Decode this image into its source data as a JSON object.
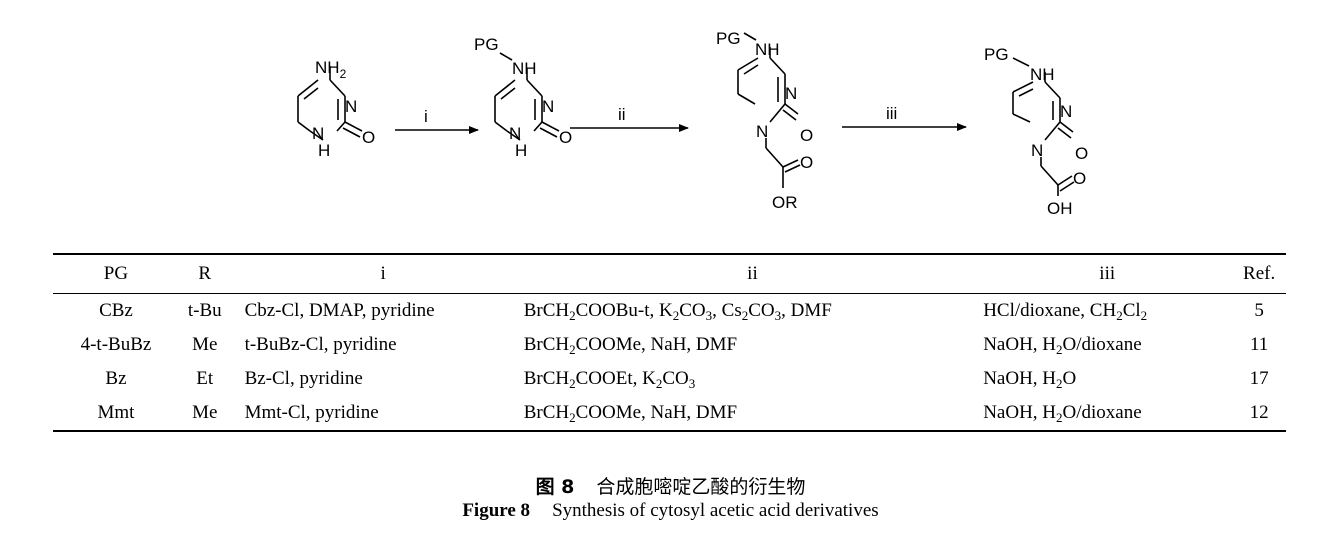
{
  "scheme": {
    "step_labels": [
      "i",
      "ii",
      "iii"
    ],
    "atom_labels": {
      "nh2": "NH2",
      "pg": "PG",
      "nh": "NH",
      "n": "N",
      "h": "H",
      "o": "O",
      "or": "OR",
      "oh": "OH"
    }
  },
  "table": {
    "headers": [
      "PG",
      "R",
      "i",
      "ii",
      "iii",
      "Ref."
    ],
    "rows": [
      {
        "pg": "CBz",
        "r": "t-Bu",
        "i": "Cbz-Cl, DMAP, pyridine",
        "ii": "BrCH2COOBu-t, K2CO3, Cs2CO3, DMF",
        "iii": "HCl/dioxane, CH2Cl2",
        "ref": "5"
      },
      {
        "pg": "4-t-BuBz",
        "r": "Me",
        "i": "t-BuBz-Cl, pyridine",
        "ii": "BrCH2COOMe, NaH, DMF",
        "iii": "NaOH, H2O/dioxane",
        "ref": "11"
      },
      {
        "pg": "Bz",
        "r": "Et",
        "i": "Bz-Cl, pyridine",
        "ii": "BrCH2COOEt, K2CO3",
        "iii": "NaOH, H2O",
        "ref": "17"
      },
      {
        "pg": "Mmt",
        "r": "Me",
        "i": "Mmt-Cl, pyridine",
        "ii": "BrCH2COOMe, NaH, DMF",
        "iii": "NaOH, H2O/dioxane",
        "ref": "12"
      }
    ]
  },
  "caption": {
    "cn_label": "图 8",
    "cn_text": "合成胞嘧啶乙酸的衍生物",
    "en_label": "Figure 8",
    "en_text": "Synthesis of cytosyl acetic acid derivatives"
  }
}
